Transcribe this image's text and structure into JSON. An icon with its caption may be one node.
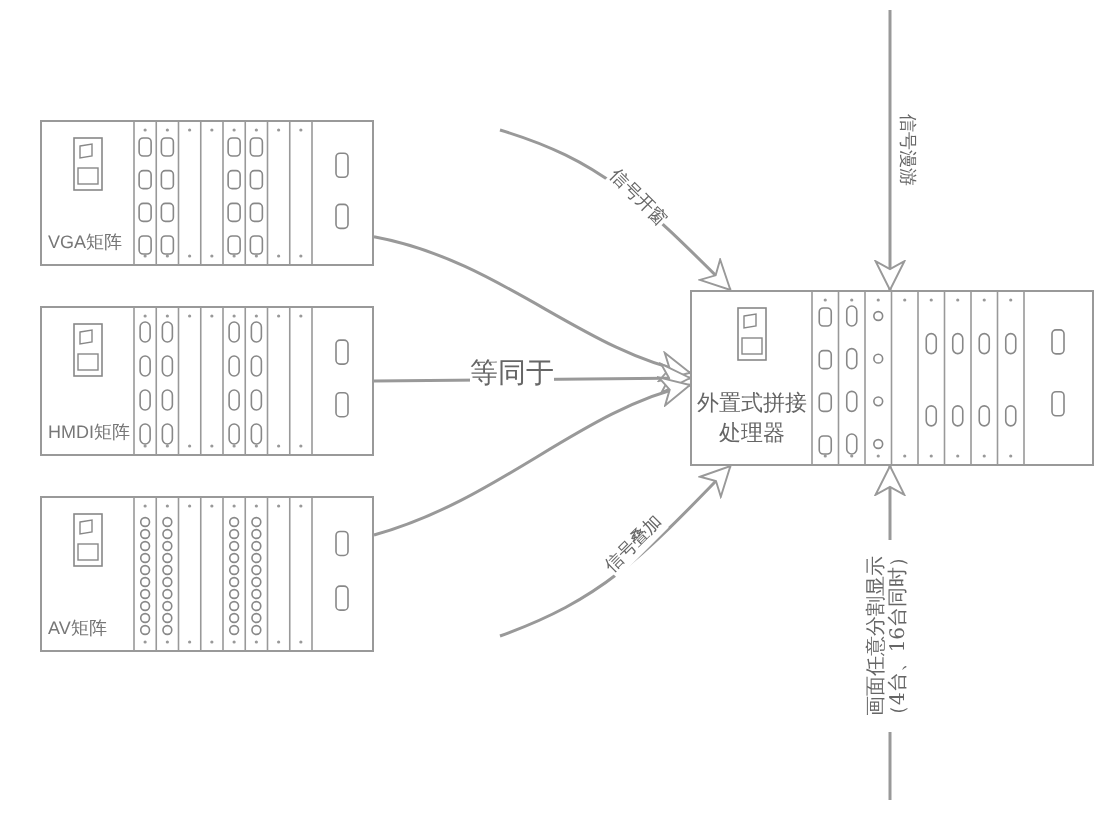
{
  "diagram": {
    "nodes": [
      {
        "text": [
          "VGA矩阵"
        ]
      },
      {
        "text": [
          "HMDI矩阵"
        ]
      },
      {
        "text": [
          "AV矩阵"
        ]
      },
      {
        "text": [
          "外置式拼接处理器"
        ]
      }
    ],
    "edges": [
      {
        "from": 0,
        "to": 3,
        "arrow": "to"
      },
      {
        "from": 1,
        "to": 3,
        "arrow": "to",
        "label": "等同于"
      },
      {
        "from": 2,
        "to": 3,
        "arrow": "to"
      },
      {
        "from": null,
        "to": 3,
        "arrow": "to",
        "label": "信号开窗"
      },
      {
        "from": null,
        "to": 3,
        "arrow": "to",
        "label": "信号漫游"
      },
      {
        "from": null,
        "to": 3,
        "arrow": "to",
        "label": "信号叠加"
      },
      {
        "from": null,
        "to": 3,
        "arrow": "to",
        "label": "画面任意分割显示（4台、16台同时）"
      }
    ]
  }
}
